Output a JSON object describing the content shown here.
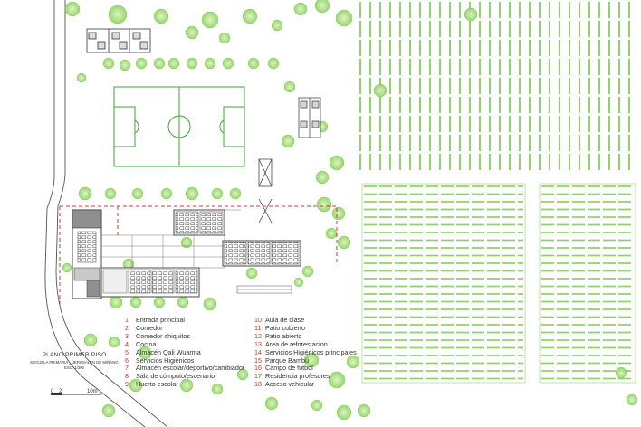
{
  "title": {
    "main": "PLANO PRIMER PISO",
    "sub": "ESCUELA PRIMARIA _ JERUSALÉN DE MIÑANO",
    "scale": "ESC: 1/300"
  },
  "scale_bar": {
    "labels": [
      "0",
      "2",
      "10m"
    ]
  },
  "legend": [
    {
      "num": "1",
      "label": "Entrada principal"
    },
    {
      "num": "2",
      "label": "Comedor"
    },
    {
      "num": "3",
      "label": "Comedor chiquitos"
    },
    {
      "num": "4",
      "label": "Cocina"
    },
    {
      "num": "5",
      "label": "Almacén Qali Wuarma"
    },
    {
      "num": "6",
      "label": "Servicios Higiénicos"
    },
    {
      "num": "7",
      "label": "Almacén escolar/deportivo/cambiador"
    },
    {
      "num": "8",
      "label": "Sala de cómputo/escenario"
    },
    {
      "num": "9",
      "label": "Huerto escolar"
    },
    {
      "num": "10",
      "label": "Aula de clase"
    },
    {
      "num": "11",
      "label": "Patio cubierto"
    },
    {
      "num": "12",
      "label": "Patio abierto"
    },
    {
      "num": "13",
      "label": "Area de reforestacion"
    },
    {
      "num": "14",
      "label": "Servicios Higiénicos principales"
    },
    {
      "num": "15",
      "label": "Parque Bambú"
    },
    {
      "num": "16",
      "label": "Campo de fútbol"
    },
    {
      "num": "17",
      "label": "Residencia profesores"
    },
    {
      "num": "18",
      "label": "Acceso vehicular"
    }
  ],
  "colors": {
    "field_line": "#3fa535",
    "crop_row": "#8fd36a",
    "tree_fill": "#b8e58e",
    "tree_dark": "#7cc851",
    "building_line": "#333333",
    "building_fill": "#9a9a9a",
    "accent_red": "#d4382c",
    "road_line": "#555555"
  }
}
